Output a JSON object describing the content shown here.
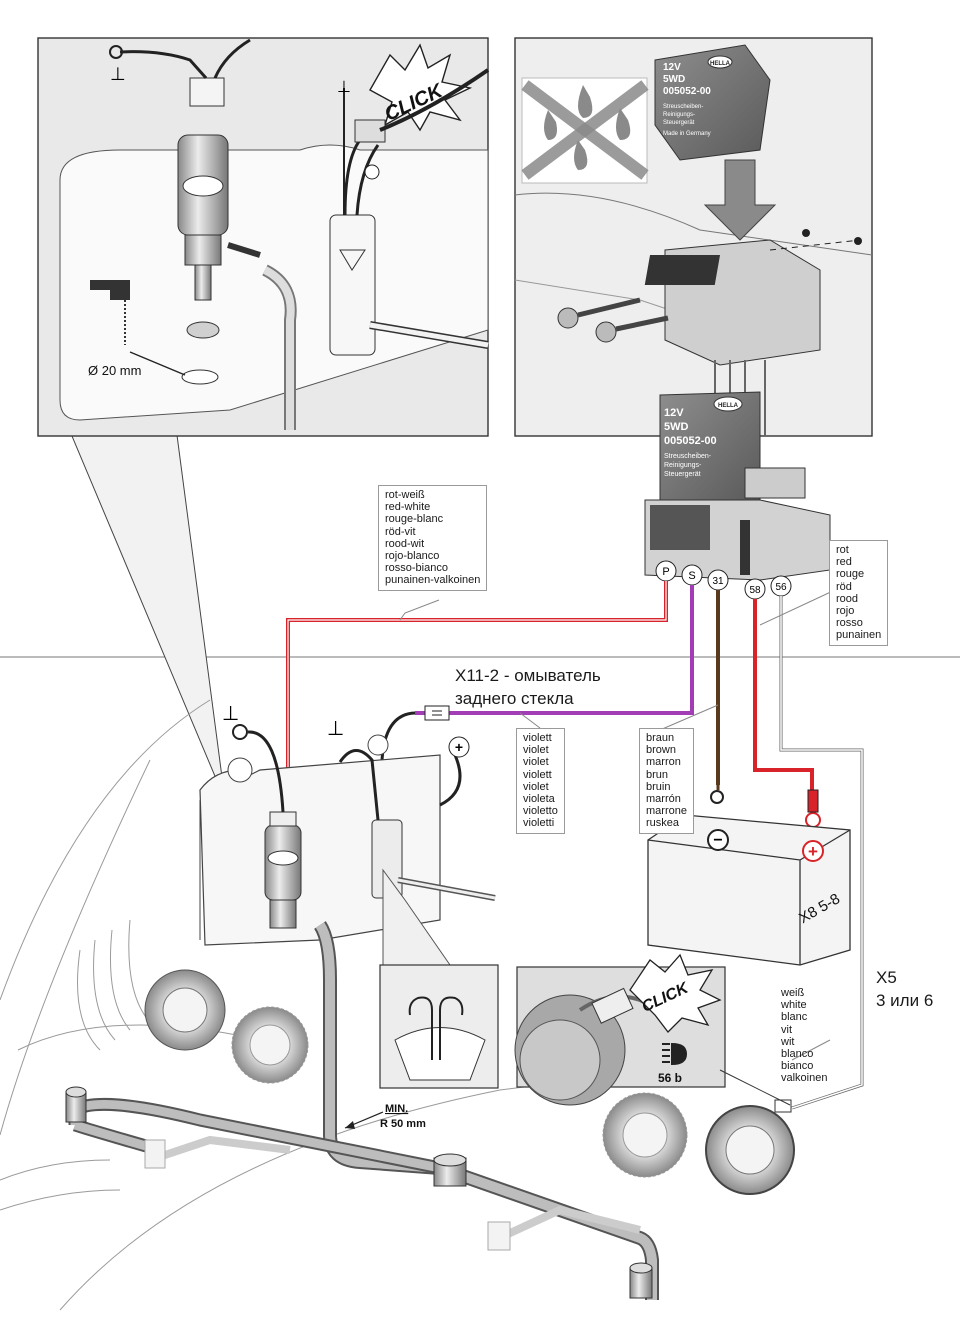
{
  "relay": {
    "voltage": "12V",
    "model": "5WD",
    "part_number": "005052-00",
    "desc_line1": "Streuscheiben-",
    "desc_line2": "Reinigungs-",
    "desc_line3": "Steuergerät",
    "origin": "Made in Germany",
    "brand": "HELLA",
    "terminals": [
      "P",
      "S",
      "31",
      "58",
      "56"
    ]
  },
  "labels": {
    "click_top": "CLICK",
    "click_bottom": "CLICK",
    "drill_diameter": "Ø 20 mm",
    "min_radius_line1": "MIN.",
    "min_radius_line2": "R 50 mm",
    "rear_washer_line1": "X11-2 - омыватель",
    "rear_washer_line2": "заднего стекла",
    "battery_label": "X8 5-8",
    "x5_line1": "X5",
    "x5_line2": "3 или 6",
    "lamp_terminal": "56 b",
    "ground_symbol": "⊥",
    "plus_symbol": "+",
    "minus_symbol": "−"
  },
  "wire_colors": {
    "red_white": [
      "rot-weiß",
      "red-white",
      "rouge-blanc",
      "röd-vit",
      "rood-wit",
      "rojo-blanco",
      "rosso-bianco",
      "punainen-valkoinen"
    ],
    "red": [
      "rot",
      "red",
      "rouge",
      "röd",
      "rood",
      "rojo",
      "rosso",
      "punainen"
    ],
    "violet": [
      "violett",
      "violet",
      "violet",
      "violett",
      "violet",
      "violeta",
      "violetto",
      "violetti"
    ],
    "brown": [
      "braun",
      "brown",
      "marron",
      "brun",
      "bruin",
      "marrón",
      "marrone",
      "ruskea"
    ],
    "white": [
      "weiß",
      "white",
      "blanc",
      "vit",
      "wit",
      "blanco",
      "bianco",
      "valkoinen"
    ]
  },
  "colors": {
    "wire_red": "#d8232a",
    "wire_violet": "#a23db5",
    "wire_brown": "#5a3a1c",
    "line": "#555555",
    "panel_border": "#333333"
  }
}
